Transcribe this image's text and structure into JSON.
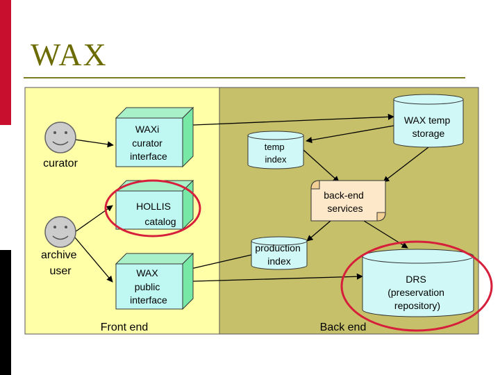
{
  "slide": {
    "title": "WAX"
  },
  "colors": {
    "front_panel": "#ffffa8",
    "back_panel": "#c6c06a",
    "box_face": "#bff7f2",
    "box_side": "#78e8a7",
    "box_top": "#a8f0c8",
    "cylinder_fill": "#cff8f6",
    "banner": "#fde9c9",
    "highlight": "#d61f3a"
  },
  "diagram": {
    "actors": {
      "curator": "curator",
      "archive_user": "archive user"
    },
    "front_end": {
      "label": "Front end",
      "waxi": "WAXi curator interface",
      "hollis": "HOLLIS catalog",
      "wax_public": "WAX public interface"
    },
    "back_end": {
      "label": "Back end",
      "temp_storage": "WAX temp storage",
      "temp_index": "temp index",
      "services": "back-end services",
      "production_index": "production index",
      "drs": "DRS (preservation repository)"
    }
  }
}
